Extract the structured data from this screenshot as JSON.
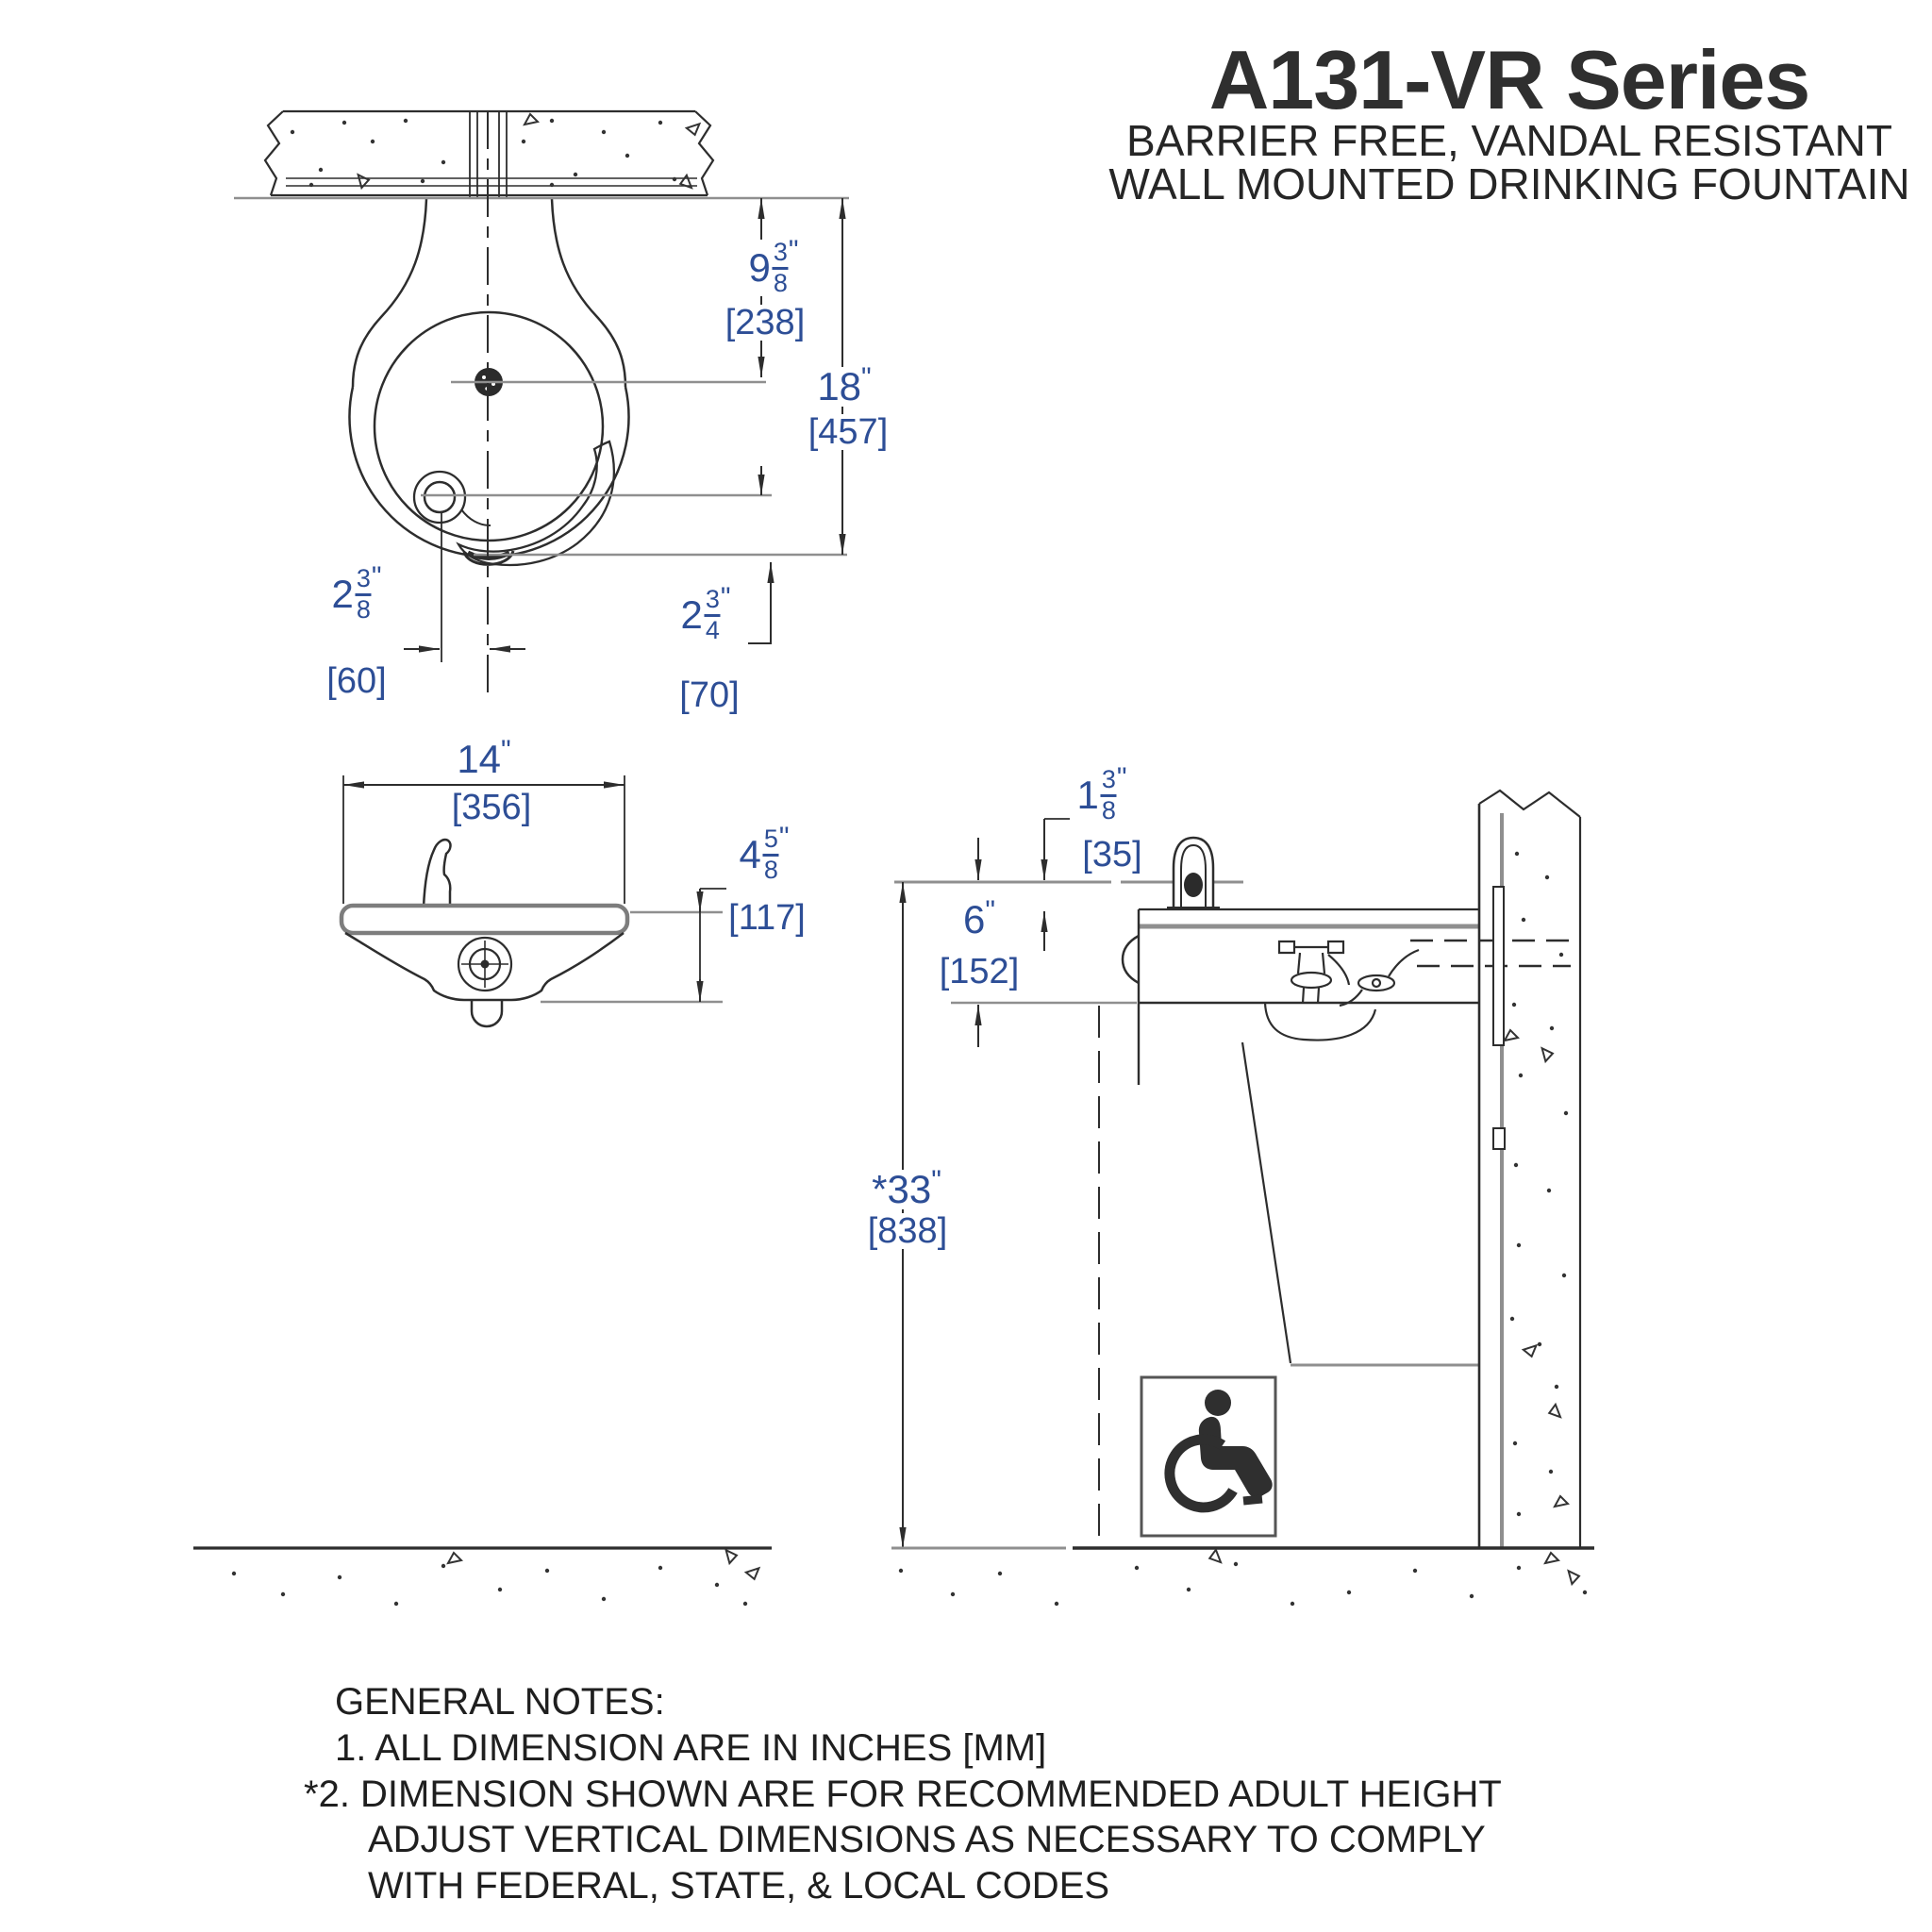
{
  "title_block": {
    "series": "A131-VR Series",
    "subtitle1": "BARRIER FREE, VANDAL RESISTANT",
    "subtitle2": "WALL MOUNTED DRINKING FOUNTAIN"
  },
  "dimensions": {
    "bubbler_setback": {
      "whole": "9",
      "num": "3",
      "den": "8",
      "unit": "\"",
      "mm": "[238]"
    },
    "overall_depth": {
      "whole": "18",
      "unit": "\"",
      "mm": "[457]"
    },
    "button_offset": {
      "whole": "2",
      "num": "3",
      "den": "8",
      "unit": "\"",
      "mm": "[60]"
    },
    "spout_offset": {
      "whole": "2",
      "num": "3",
      "den": "4",
      "unit": "\"",
      "mm": "[70]"
    },
    "width": {
      "whole": "14",
      "unit": "\"",
      "mm": "[356]"
    },
    "body_height": {
      "whole": "4",
      "num": "5",
      "den": "8",
      "unit": "\"",
      "mm": "[117]"
    },
    "bubbler_height": {
      "whole": "1",
      "num": "3",
      "den": "8",
      "unit": "\"",
      "mm": "[35]"
    },
    "body_depth": {
      "whole": "6",
      "unit": "\"",
      "mm": "[152]"
    },
    "rim_height": {
      "whole": "*33",
      "unit": "\"",
      "mm": "[838]"
    }
  },
  "notes": {
    "heading": "GENERAL NOTES:",
    "line1": "1. ALL DIMENSION ARE IN INCHES [MM]",
    "line2": "*2. DIMENSION SHOWN ARE FOR RECOMMENDED ADULT HEIGHT",
    "line3": "ADJUST VERTICAL DIMENSIONS AS NECESSARY TO COMPLY",
    "line4": "WITH FEDERAL, STATE,  & LOCAL CODES"
  },
  "icons": {
    "accessibility": "wheelchair-icon"
  },
  "colors": {
    "dimension_text": "#2d4e96",
    "line": "#2d2d2d",
    "reference_line": "#8f8f8f",
    "background": "#ffffff"
  }
}
